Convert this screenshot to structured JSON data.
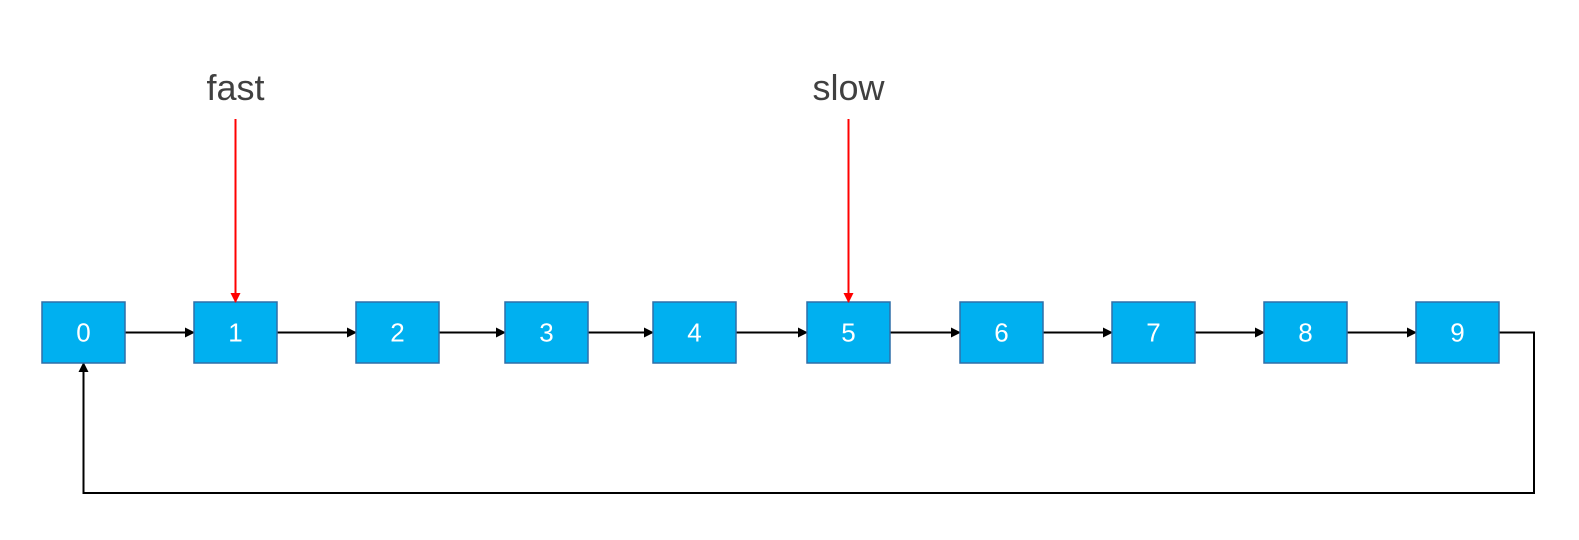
{
  "diagram": {
    "type": "circular-linked-list",
    "nodes": [
      "0",
      "1",
      "2",
      "3",
      "4",
      "5",
      "6",
      "7",
      "8",
      "9"
    ],
    "back_link": {
      "from": "9",
      "to": "0"
    },
    "pointers": [
      {
        "label": "fast",
        "target": "1"
      },
      {
        "label": "slow",
        "target": "5"
      }
    ],
    "colors": {
      "node_fill": "#00b0f0",
      "node_border": "#2f6fa8",
      "node_text": "#ffffff",
      "link": "#000000",
      "pointer": "#ff0000",
      "pointer_text": "#404040"
    }
  }
}
